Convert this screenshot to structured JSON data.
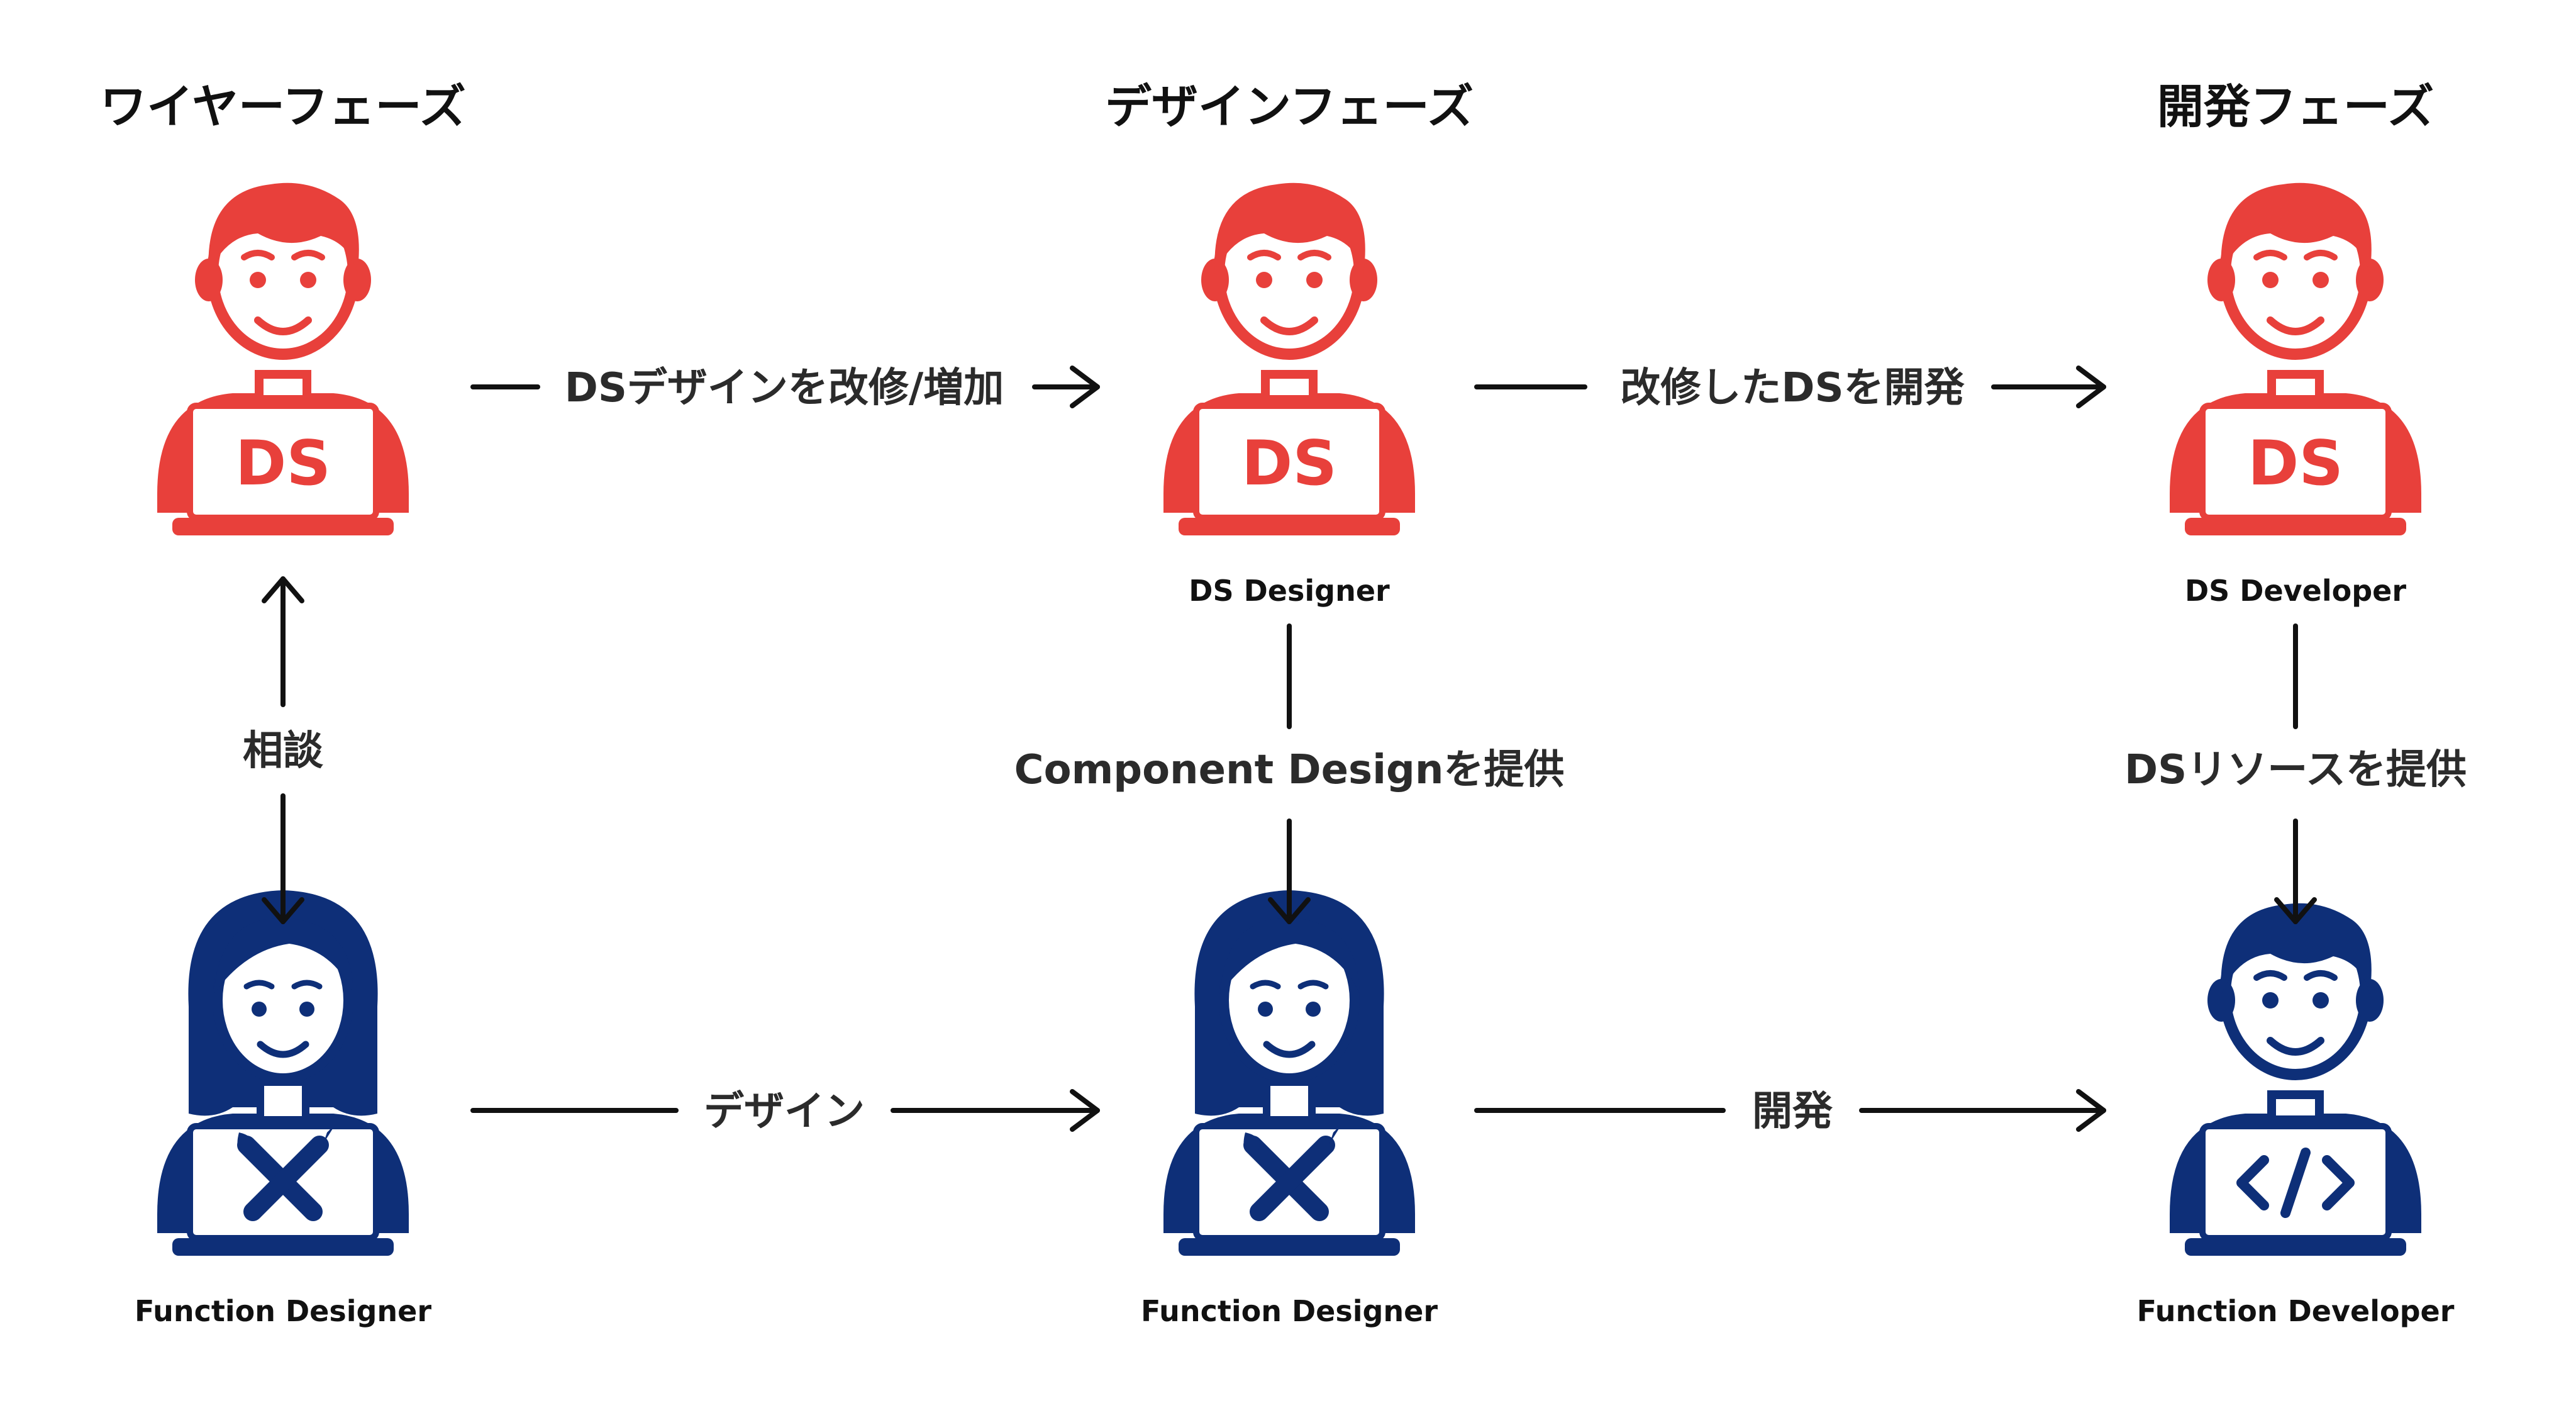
{
  "phases": {
    "wireframe": "ワイヤーフェーズ",
    "design": "デザインフェーズ",
    "development": "開発フェーズ"
  },
  "colors": {
    "ds_red": "#e8403b",
    "function_navy": "#0e2f78",
    "text": "#2b2b2b"
  },
  "people": {
    "ds_wire": {
      "role": "",
      "screen": "DS",
      "icon": "person-laptop-icon"
    },
    "ds_designer": {
      "role": "DS Designer",
      "screen": "DS",
      "icon": "person-laptop-icon"
    },
    "ds_developer": {
      "role": "DS Developer",
      "screen": "DS",
      "icon": "person-laptop-icon"
    },
    "function_designer_wire": {
      "role": "Function Designer",
      "screen_icon": "design-tools-icon"
    },
    "function_designer": {
      "role": "Function Designer",
      "screen_icon": "design-tools-icon"
    },
    "function_developer": {
      "role": "Function Developer",
      "screen_icon": "code-brackets-icon"
    }
  },
  "edges": {
    "ds_modify": "DSデザインを改修/増加",
    "ds_develop": "改修したDSを開発",
    "consult": "相談",
    "component_provide": "Component Designを提供",
    "resource_provide": "DSリソースを提供",
    "design": "デザイン",
    "develop": "開発"
  }
}
